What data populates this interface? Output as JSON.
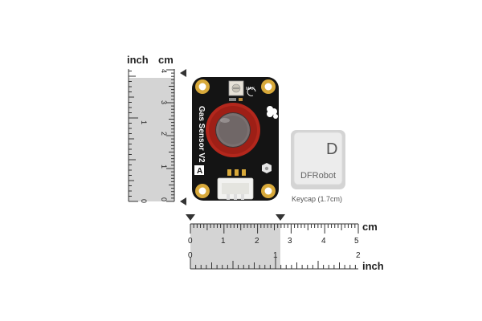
{
  "rulers": {
    "vertical": {
      "inch_label": "inch",
      "cm_label": "cm",
      "inch_ticks": [
        "1",
        "0"
      ],
      "cm_ticks": [
        "4",
        "3",
        "2",
        "1",
        "0"
      ]
    },
    "horizontal": {
      "cm_label": "cm",
      "inch_label": "inch",
      "cm_ticks": [
        "0",
        "1",
        "2",
        "3",
        "4",
        "5"
      ],
      "inch_ticks": [
        "0",
        "1",
        "2"
      ]
    }
  },
  "board": {
    "name_label": "Gas Sensor V2",
    "corner_label": "A",
    "max_label": "MAX"
  },
  "keycap": {
    "letter": "D",
    "brand": "DFRobot",
    "caption": "Keycap (1.7cm)"
  },
  "colors": {
    "board": "#141414",
    "gold": "#d8a93a",
    "sensor_red": "#b3271c",
    "ruler_shade": "#d4d4d4",
    "connector": "#f2f2f0",
    "keycap": "#e8e8e8"
  }
}
